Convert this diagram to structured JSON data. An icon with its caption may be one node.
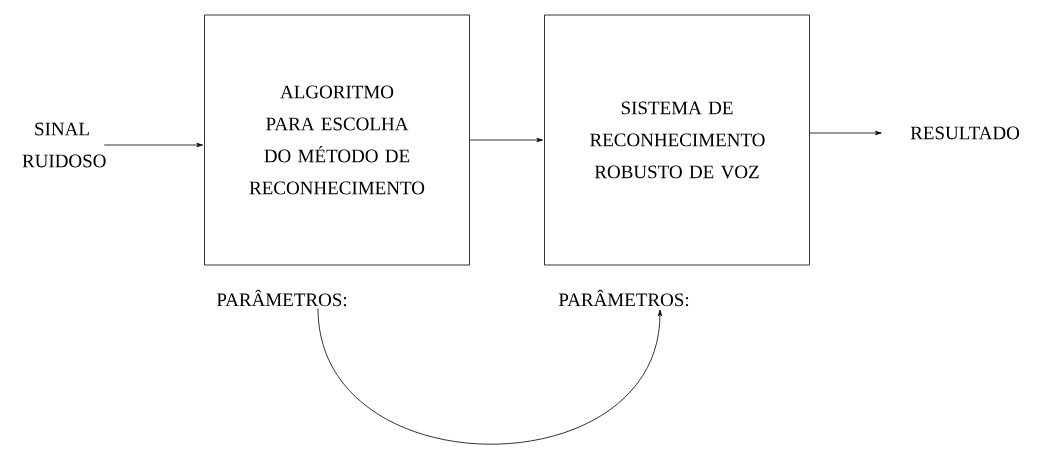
{
  "diagram": {
    "nodes": [
      {
        "text": [
          "SINAL RUIDOSO"
        ]
      },
      {
        "text": [
          "ALGORITMO PARA ESCOLHA DO MÉTODO DE RECONHECIMENTO"
        ]
      },
      {
        "text": [
          "SISTEMA DE RECONHECIMENTO ROBUSTO DE VOZ"
        ]
      },
      {
        "text": [
          "RESULTADO"
        ]
      },
      {
        "text": [
          "PARÂMETROS:"
        ]
      },
      {
        "text": [
          "PARÂMETROS:"
        ]
      }
    ],
    "edges": [
      {
        "from": 0,
        "to": 1,
        "arrow": "to"
      },
      {
        "from": 1,
        "to": 2,
        "arrow": "to"
      },
      {
        "from": 2,
        "to": 3,
        "arrow": "to"
      },
      {
        "from": 4,
        "to": 5,
        "arrow": "to"
      }
    ]
  }
}
